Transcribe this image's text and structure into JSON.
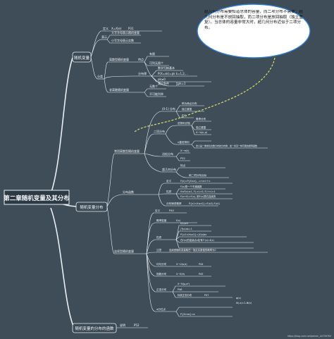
{
  "root": "第二章随机变量及其分布",
  "branches": {
    "rv": "随机变量",
    "dist": "随机变量分布",
    "func": "随机变量的分布的函数"
  },
  "rv_section": {
    "def": "定义",
    "def_formula": "X=X(e)",
    "def_page": "P31",
    "rep": "表示",
    "rep_1": "大写字母表示随机变量",
    "rep_2": "小写字母表示实数",
    "cat": "分类",
    "discrete": "离散型随机变量",
    "discrete_feat": "特点",
    "discrete_feat_1": "有限",
    "discrete_feat_2": "可列无限个",
    "law": "分布律",
    "law_1": "表示",
    "law_2": "表格",
    "law_3": "数学归纳基本",
    "law_4": "不加求",
    "law_5": "P(X=xk)=pk  k=1,2,...",
    "law_6": "性质",
    "law_7": "pk≥0",
    "law_8": "∑pk=1",
    "law_9": "满足条件",
    "continuous": "非离散随机变量",
    "cont_1": "无数个",
    "cont_2": "不可能列举"
  },
  "dist_section": {
    "common": "常用离散型随机变量",
    "b01": "(0-1) 分布",
    "b01_1": "称为两点分布",
    "b01_2": "独立重复",
    "b01_3": "P31",
    "bern": "伯努利试验",
    "bern_1": "概率分布",
    "bern_2": "独立重复",
    "binom": "二项分布",
    "binom_1": "X~b(n,p)",
    "binom_2": "n重伯努利",
    "binom_3": "含义是一重成功次数分布的分布律，加一条另一种可能的概率函数",
    "pois": "泊松分布",
    "pois_1": "X~π(λ)",
    "pois_2": "P32",
    "hyper": "超几何分布",
    "hyper_1": "特点",
    "hyper_2": "和二项分布近似",
    "func_title": "分布函数",
    "func_def": "定义",
    "func_def_f": "F(x)=P{X≤x}, -∞<x<+∞",
    "func_prop": "性质",
    "func_p1": "F(x)是一个不减函数",
    "func_p2": "0≤F(x)≤1, F(-∞)=0, F(+∞)=1",
    "func_p3": "F(x+0)=F(x), 即F(x)是右连续的",
    "func_calc": "分布律求概率",
    "func_calc_f": "P{x1<X≤x2}=F(x2)-F(x1)",
    "cont_title": "连续型随机变量",
    "density": "概率密度",
    "density_f": "f(x)",
    "density_def": "定义",
    "density_page": "P40",
    "density_prop": "性质",
    "dp1": "f(x)≥0",
    "dp2": "∫f(x)dx=1",
    "dp3": "P{x1<X≤x2}=∫f(x)dx",
    "dp4": "在f(x)的连续点x处有F'(x)=f(x)",
    "note": "注意",
    "note_1": "连续型随机变量取任一指定实数值的概率为0",
    "uniform": "均匀分布",
    "uniform_f": "X~U(a,b)",
    "uniform_p": "P44",
    "expo": "指数分布",
    "expo_f": "X~E(θ)",
    "expo_p": "P45",
    "normal": "正态分布",
    "normal_f": "X~N(μ,σ²)",
    "normal_p": "P46",
    "std": "标准正态分布",
    "std_f": "P47",
    "std_1": "φ(x)",
    "std_2": "Φ(-x)=1-Φ(x)",
    "alpha": "α分位点",
    "alpha_1": "P{X>zα}=α"
  },
  "func_section": {
    "note": "说明",
    "page": "P52"
  },
  "bubble": "超几何分布需要知道总体的容量，而二项分布不需要；超几何分布是不放回抽取，而二项分布是放回抽取（独立重复）。当总体的容量非常大时，超几何分布近似于二项分布。",
  "watermark": "https://blog.csdn.net/weixin_44759763"
}
